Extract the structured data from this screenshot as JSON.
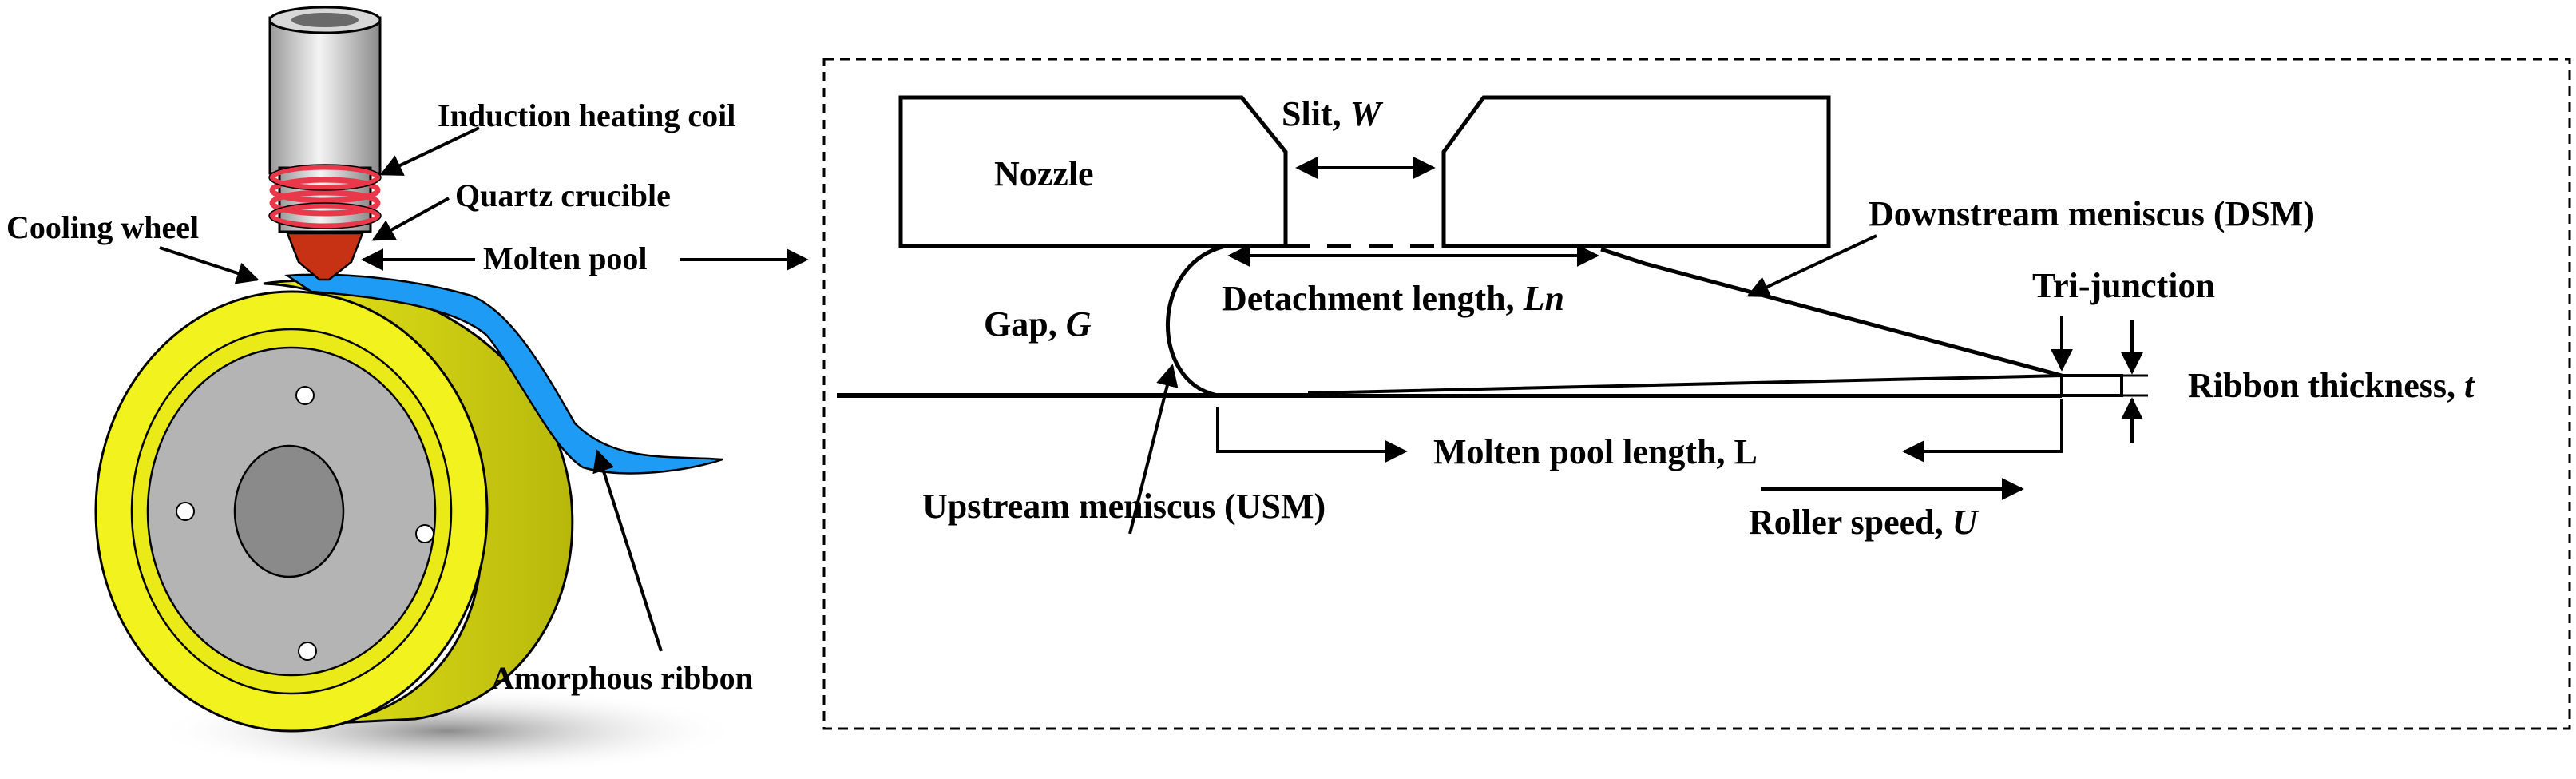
{
  "left_panel": {
    "labels": {
      "induction_heating_coil": "Induction heating coil",
      "quartz_crucible": "Quartz crucible",
      "cooling_wheel": "Cooling wheel",
      "molten_pool": "Molten pool",
      "amorphous_ribbon": "Amorphous ribbon"
    }
  },
  "right_panel": {
    "nozzle": "Nozzle",
    "slit": {
      "text": "Slit, ",
      "symbol": "W"
    },
    "downstream_meniscus": "Downstream meniscus (DSM)",
    "gap": {
      "text": "Gap, ",
      "symbol": "G"
    },
    "detachment_length": {
      "text": "Detachment length, ",
      "symbol": "Ln"
    },
    "tri_junction": "Tri-junction",
    "ribbon_thickness": {
      "text": "Ribbon thickness, ",
      "symbol": "t"
    },
    "molten_pool_length": "Molten pool length, L",
    "upstream_meniscus": "Upstream meniscus (USM)",
    "roller_speed": {
      "text": "Roller speed, ",
      "symbol": "U"
    }
  },
  "colors": {
    "wheel_yellow": "#f2f21e",
    "wheel_yellow_dark": "#c8c810",
    "hub_gray": "#b4b4b4",
    "ribbon_blue": "#1e9bf5",
    "coil_red": "#e8384a",
    "crucible_red": "#c83214"
  }
}
